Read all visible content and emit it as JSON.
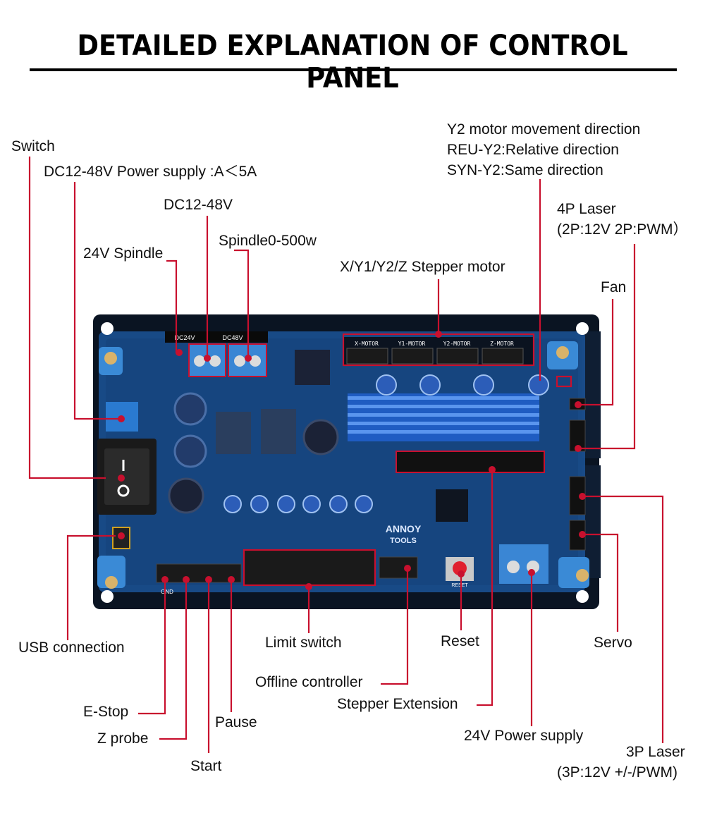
{
  "title": "DETAILED EXPLANATION OF CONTROL PANEL",
  "colors": {
    "board": "#0d1a2e",
    "board_blue": "#1d5fa8",
    "heatsink": "#2d6fd0",
    "leader_line": "#c8102e",
    "stripe": "#1d86e0"
  },
  "labels": {
    "switch": "Switch",
    "power_supply": "DC12-48V Power supply :A＜5A",
    "dc12_48v": "DC12-48V",
    "spindle_24v": "24V Spindle",
    "spindle_500w": "Spindle0-500w",
    "stepper_motor": "X/Y1/Y2/Z Stepper motor",
    "y2_direction_1": "Y2 motor movement direction",
    "y2_direction_2": "REU-Y2:Relative direction",
    "y2_direction_3": "SYN-Y2:Same direction",
    "laser_4p_1": "4P Laser",
    "laser_4p_2": "(2P:12V 2P:PWM）",
    "fan": "Fan",
    "usb": "USB connection",
    "limit_switch": "Limit switch",
    "reset": "Reset",
    "servo": "Servo",
    "offline_controller": "Offline controller",
    "stepper_extension": "Stepper Extension",
    "estop": "E-Stop",
    "z_probe": "Z probe",
    "pause": "Pause",
    "start": "Start",
    "power_24v": "24V Power supply",
    "laser_3p_1": "3P Laser",
    "laser_3p_2": "(3P:12V +/-/PWM)"
  },
  "board_text": {
    "x_motor": "X-MOTOR",
    "y1_motor": "Y1-MOTOR",
    "y2_motor": "Y2-MOTOR",
    "z_motor": "Z-MOTOR",
    "dc24v": "DC24V",
    "dc48v": "DC48V",
    "brand_1": "ANNOY",
    "brand_2": "TOOLS",
    "reset_pcb": "RESET",
    "gnd": "GND"
  }
}
